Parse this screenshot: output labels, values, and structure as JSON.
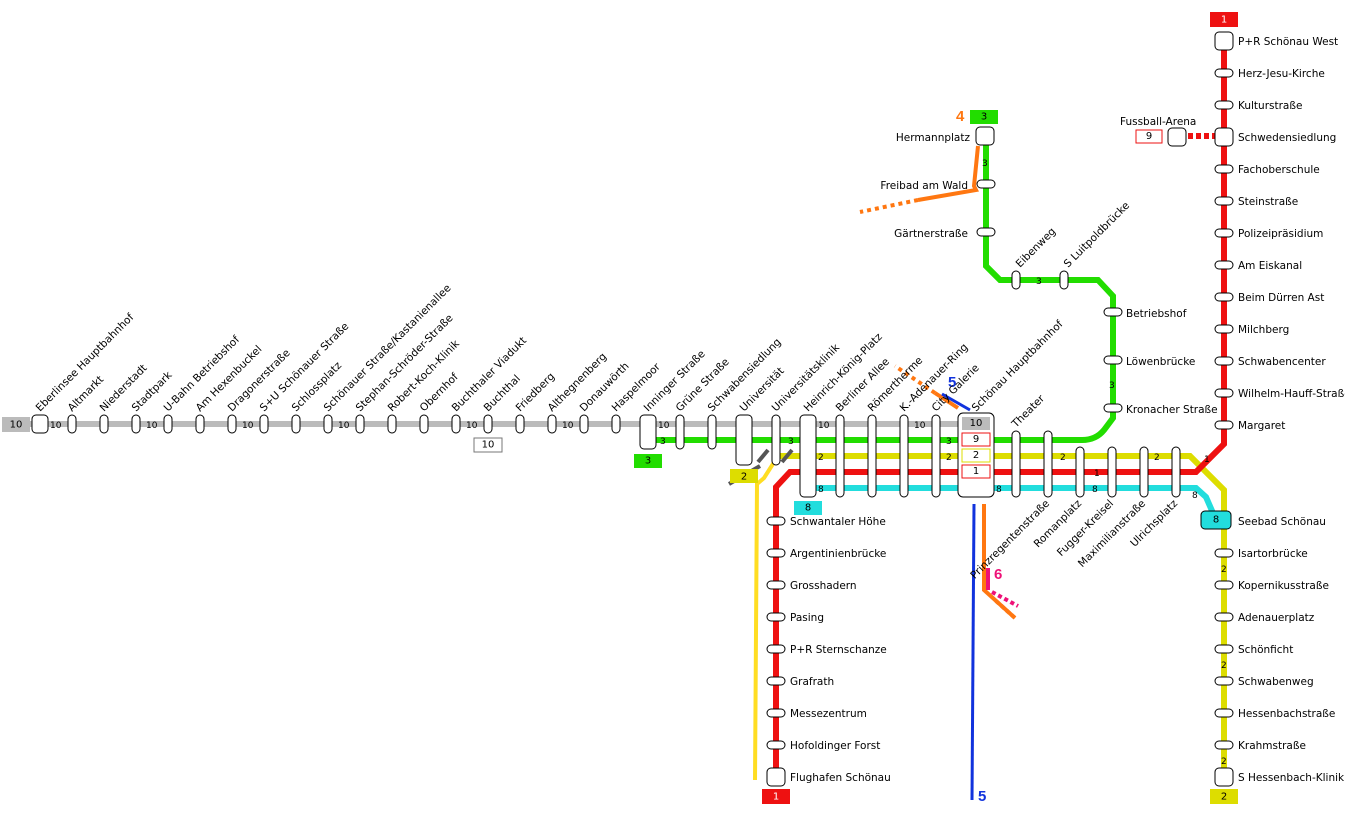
{
  "colors": {
    "line1": "#ee1111",
    "line2": "#dddd00",
    "line3": "#22dd00",
    "line4": "#ff7711",
    "line5": "#1133dd",
    "line6": "#ee1177",
    "line8": "#22dddd",
    "line9": "#ee1111",
    "line10": "#bbbbbb",
    "yellow_branch": "#ffdd22"
  },
  "badges": {
    "b1_top": "1",
    "b1_bottom": "1",
    "b2_bottom": "2",
    "b2_left": "2",
    "b3_top": "3",
    "b3_left": "3",
    "b8_left": "8",
    "b8_right": "8",
    "b9": "9",
    "b10_left": "10",
    "b10_mid": "10"
  },
  "line_numbers": {
    "n4": "4",
    "n5_top": "5",
    "n5_bottom": "5",
    "n6": "6"
  },
  "hub_badges": [
    "10",
    "9",
    "2",
    "1"
  ],
  "track_labels": {
    "t10": "10",
    "t3": "3",
    "t2": "2",
    "t1": "1",
    "t8": "8"
  },
  "stations": {
    "west": [
      "Eberlinsee Hauptbahnhof",
      "Altmarkt",
      "Niederstadt",
      "Stadtpark",
      "U-Bahn Betriebshof",
      "Am Hexenbuckel",
      "Dragonerstraße",
      "S+U Schönauer Straße",
      "Schlossplatz",
      "Schönauer Straße/Kastanienallee",
      "Stephan-Schröder-Straße",
      "Robert-Koch-Klinik",
      "Obernhof",
      "Buchthaler Viadukt",
      "Buchthal",
      "Friedberg",
      "Althegnenberg",
      "Donauwörth",
      "Haspelmoor",
      "Inninger Straße",
      "Grüne Straße",
      "Schwabensiedlung",
      "Universität",
      "Universitätsklinik",
      "Heinrich-König-Platz",
      "Berliner Allee",
      "Römertherme",
      "K.-Adenauer-Ring",
      "City Galerie",
      "Schönau Hauptbahnhof"
    ],
    "east": [
      "Theater",
      "Prinzregentenstraße",
      "Romanplatz",
      "Fugger-Kreisel",
      "Maximilianstraße",
      "Ulrichsplatz"
    ],
    "line1_north": [
      "P+R Schönau West",
      "Herz-Jesu-Kirche",
      "Kulturstraße",
      "Schwedensiedlung",
      "Fachoberschule",
      "Steinstraße",
      "Polizeipräsidium",
      "Am Eiskanal",
      "Beim Dürren Ast",
      "Milchberg",
      "Schwabencenter",
      "Wilhelm-Hauff-Straße",
      "Margaret"
    ],
    "line2_south": [
      "Seebad Schönau",
      "Isartorbrücke",
      "Kopernikusstraße",
      "Adenauerplatz",
      "Schönficht",
      "Schwabenweg",
      "Hessenbachstraße",
      "Krahmstraße",
      "S Hessenbach-Klinik"
    ],
    "line1_south": [
      "Schwantaler Höhe",
      "Argentinienbrücke",
      "Grosshadern",
      "Pasing",
      "P+R Sternschanze",
      "Grafrath",
      "Messezentrum",
      "Hofoldinger Forst",
      "Flughafen Schönau"
    ],
    "line3_north": [
      "Hermannplatz",
      "Freibad am Wald",
      "Gärtnerstraße",
      "Eibenweg",
      "S Luitpoldbrücke",
      "Betriebshof",
      "Löwenbrücke",
      "Kronacher Straße"
    ],
    "fussball": "Fussball-Arena"
  }
}
